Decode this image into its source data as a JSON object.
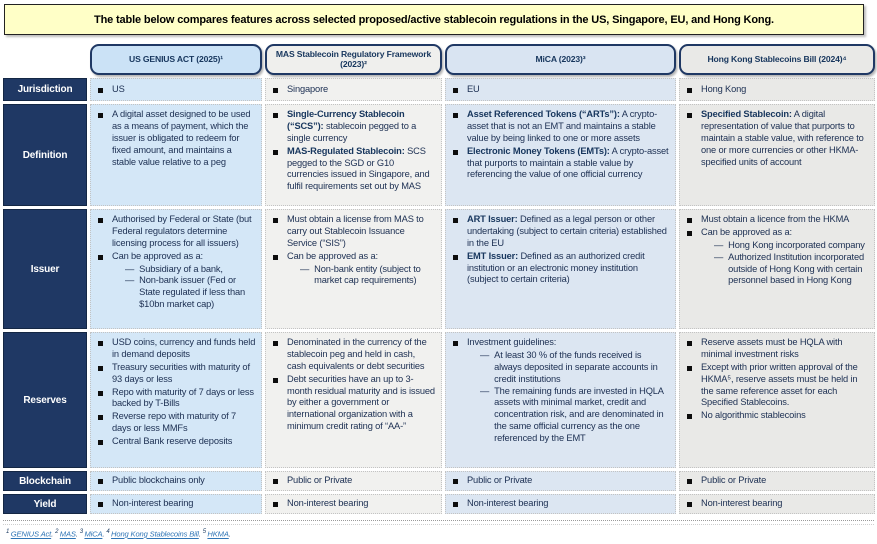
{
  "banner": {
    "title": "The table below compares features across selected proposed/active stablecoin regulations in the US, Singapore, EU, and Hong Kong."
  },
  "colors": {
    "navy": "#1F3864",
    "banner_bg": "#FFFFC7",
    "link_blue": "#2E74B5",
    "us_header_bg": "#CBE2F6",
    "us_cell_bg": "#D4E7F7",
    "sg_header_bg": "#EFEFED",
    "sg_cell_bg": "#F1F1EF",
    "eu_header_bg": "#D9E4F2",
    "eu_cell_bg": "#DCE6F2",
    "hk_header_bg": "#E9E9E7",
    "hk_cell_bg": "#E9E9E7"
  },
  "table": {
    "columns": [
      {
        "id": "us",
        "label": "US GENIUS ACT (2025)¹",
        "header_bg": "#CBE2F6",
        "cell_bg": "#D4E7F7"
      },
      {
        "id": "sg",
        "label": "MAS Stablecoin Regulatory Framework (2023)²",
        "header_bg": "#EFEFED",
        "cell_bg": "#F1F1EF"
      },
      {
        "id": "eu",
        "label": "MiCA (2023)³",
        "header_bg": "#D9E4F2",
        "cell_bg": "#DCE6F2"
      },
      {
        "id": "hk",
        "label": "Hong Kong Stablecoins Bill (2024)⁴",
        "header_bg": "#E9E9E7",
        "cell_bg": "#E9E9E7"
      }
    ],
    "rows": [
      {
        "label": "Jurisdiction",
        "single_line": true,
        "cells": [
          [
            {
              "t": "US"
            }
          ],
          [
            {
              "t": "Singapore"
            }
          ],
          [
            {
              "t": "EU"
            }
          ],
          [
            {
              "t": "Hong Kong"
            }
          ]
        ]
      },
      {
        "label": "Definition",
        "single_line": false,
        "cells": [
          [
            {
              "t": "A digital asset designed to be used as a means of payment, which the issuer is obligated to redeem for fixed amount, and maintains a stable value relative to a peg"
            }
          ],
          [
            {
              "b": "Single-Currency Stablecoin (“SCS”):",
              "t": " stablecoin pegged to a single currency"
            },
            {
              "b": "MAS-Regulated Stablecoin:",
              "t": " SCS pegged to the SGD or G10 currencies issued in Singapore, and fulfil requirements set out by MAS"
            }
          ],
          [
            {
              "b": "Asset Referenced Tokens (“ARTs”):",
              "t": " A crypto-asset that is not an EMT and maintains a stable value by being linked to one or more assets"
            },
            {
              "b": "Electronic Money Tokens (EMTs):",
              "t": " A crypto-asset that purports to maintain a stable value by referencing the value of one official currency"
            }
          ],
          [
            {
              "b": "Specified Stablecoin:",
              "t": " A digital representation of value that purports to maintain a stable value, with reference to one or more currencies or other HKMA-specified units of account"
            }
          ]
        ]
      },
      {
        "label": "Issuer",
        "single_line": false,
        "cells": [
          [
            {
              "t": "Authorised by Federal or State (but Federal regulators determine licensing process for all issuers)"
            },
            {
              "t": "Can be approved as a:",
              "subs": [
                "Subsidiary of a bank,",
                "Non-bank issuer (Fed or State regulated if less than $10bn market cap)"
              ]
            }
          ],
          [
            {
              "t": "Must obtain a license from MAS to carry out Stablecoin Issuance Service (“SIS”)"
            },
            {
              "t": "Can be approved as a:",
              "subs": [
                "Non-bank entity (subject to market cap requirements)"
              ]
            }
          ],
          [
            {
              "b": "ART Issuer:",
              "t": " Defined as a legal person or other undertaking (subject to certain criteria) established in the EU"
            },
            {
              "b": "EMT Issuer:",
              "t": " Defined as an authorized credit institution or an electronic money institution (subject to certain criteria)"
            }
          ],
          [
            {
              "t": "Must obtain a licence from the HKMA"
            },
            {
              "t": "Can be approved as a:",
              "subs": [
                "Hong Kong incorporated company",
                "Authorized Institution incorporated outside of Hong Kong with certain personnel based in Hong Kong"
              ]
            }
          ]
        ]
      },
      {
        "label": "Reserves",
        "single_line": false,
        "cells": [
          [
            {
              "t": "USD coins, currency and funds held in demand deposits"
            },
            {
              "t": "Treasury securities with maturity of 93 days or less"
            },
            {
              "t": "Repo with maturity of 7 days or less backed by T-Bills"
            },
            {
              "t": "Reverse repo with maturity of 7 days or less MMFs"
            },
            {
              "t": "Central Bank reserve deposits"
            }
          ],
          [
            {
              "t": "Denominated in the currency of the stablecoin peg and held in cash, cash equivalents or debt securities"
            },
            {
              "t": "Debt securities have an up to  3-month residual maturity and is issued by either a government or international organization with a minimum credit rating of “AA-”"
            }
          ],
          [
            {
              "t": "Investment guidelines:",
              "subs": [
                "At least 30 % of the funds received is always deposited in separate accounts in credit institutions",
                "The remaining funds are invested in HQLA assets with minimal market, credit and concentration risk, and are denominated in the same official currency as the one referenced by the EMT"
              ]
            }
          ],
          [
            {
              "t": "Reserve assets must be HQLA with minimal investment risks"
            },
            {
              "t": "Except with prior written approval of the HKMA⁵, reserve assets must be held in the same reference asset for each Specified Stablecoins."
            },
            {
              "t": "No algorithmic stablecoins"
            }
          ]
        ]
      },
      {
        "label": "Blockchain",
        "single_line": true,
        "cells": [
          [
            {
              "t": "Public blockchains only"
            }
          ],
          [
            {
              "t": "Public or Private"
            }
          ],
          [
            {
              "t": "Public or Private"
            }
          ],
          [
            {
              "t": "Public or Private"
            }
          ]
        ]
      },
      {
        "label": "Yield",
        "single_line": true,
        "cells": [
          [
            {
              "t": "Non-interest bearing"
            }
          ],
          [
            {
              "t": "Non-interest bearing"
            }
          ],
          [
            {
              "t": "Non-interest bearing"
            }
          ],
          [
            {
              "t": "Non-interest bearing"
            }
          ]
        ]
      }
    ]
  },
  "footnotes": [
    {
      "sup": "1",
      "label": "GENIUS Act"
    },
    {
      "sup": "2",
      "label": "MAS"
    },
    {
      "sup": "3",
      "label": "MiCA"
    },
    {
      "sup": "4",
      "label": "Hong Kong Stablecoins Bill"
    },
    {
      "sup": "5",
      "label": "HKMA"
    }
  ]
}
